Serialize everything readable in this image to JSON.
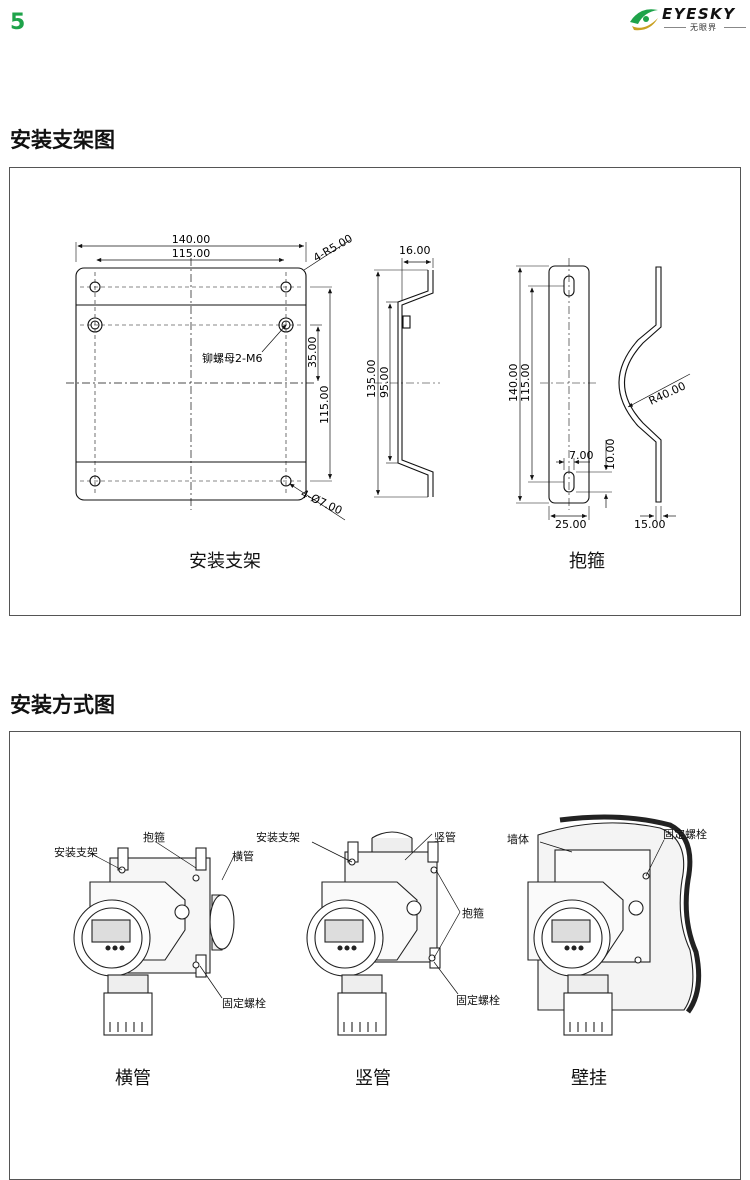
{
  "page": {
    "number": "5"
  },
  "logo": {
    "brand": "EYESKY",
    "subtitle": "无眼界"
  },
  "section1": {
    "title": "安装支架图",
    "bracket": {
      "caption": "安装支架",
      "dims": {
        "width_outer": "140.00",
        "width_inner": "115.00",
        "corner_radius": "4-R5.00",
        "nut_label": "铆螺母2-M6",
        "hole_spacing_small": "35.00",
        "hole_spacing_large": "115.00",
        "holes": "4-Ø7.00",
        "side_top": "16.00",
        "side_height": "135.00",
        "side_inner": "95.00"
      }
    },
    "hoop": {
      "caption": "抱箍",
      "dims": {
        "height_outer": "140.00",
        "height_inner": "115.00",
        "slot_width": "7.00",
        "slot_length": "10.00",
        "width": "25.00",
        "radius": "R40.00",
        "side_width": "15.00"
      }
    }
  },
  "section2": {
    "title": "安装方式图",
    "horizontal": {
      "caption": "横管",
      "labels": {
        "bracket": "安装支架",
        "hoop": "抱箍",
        "pipe": "横管",
        "bolt": "固定螺栓"
      }
    },
    "vertical": {
      "caption": "竖管",
      "labels": {
        "bracket": "安装支架",
        "pipe": "竖管",
        "hoop": "抱箍",
        "bolt": "固定螺栓"
      }
    },
    "wall": {
      "caption": "壁挂",
      "labels": {
        "wall": "墙体",
        "bolt": "固定螺栓"
      }
    }
  }
}
